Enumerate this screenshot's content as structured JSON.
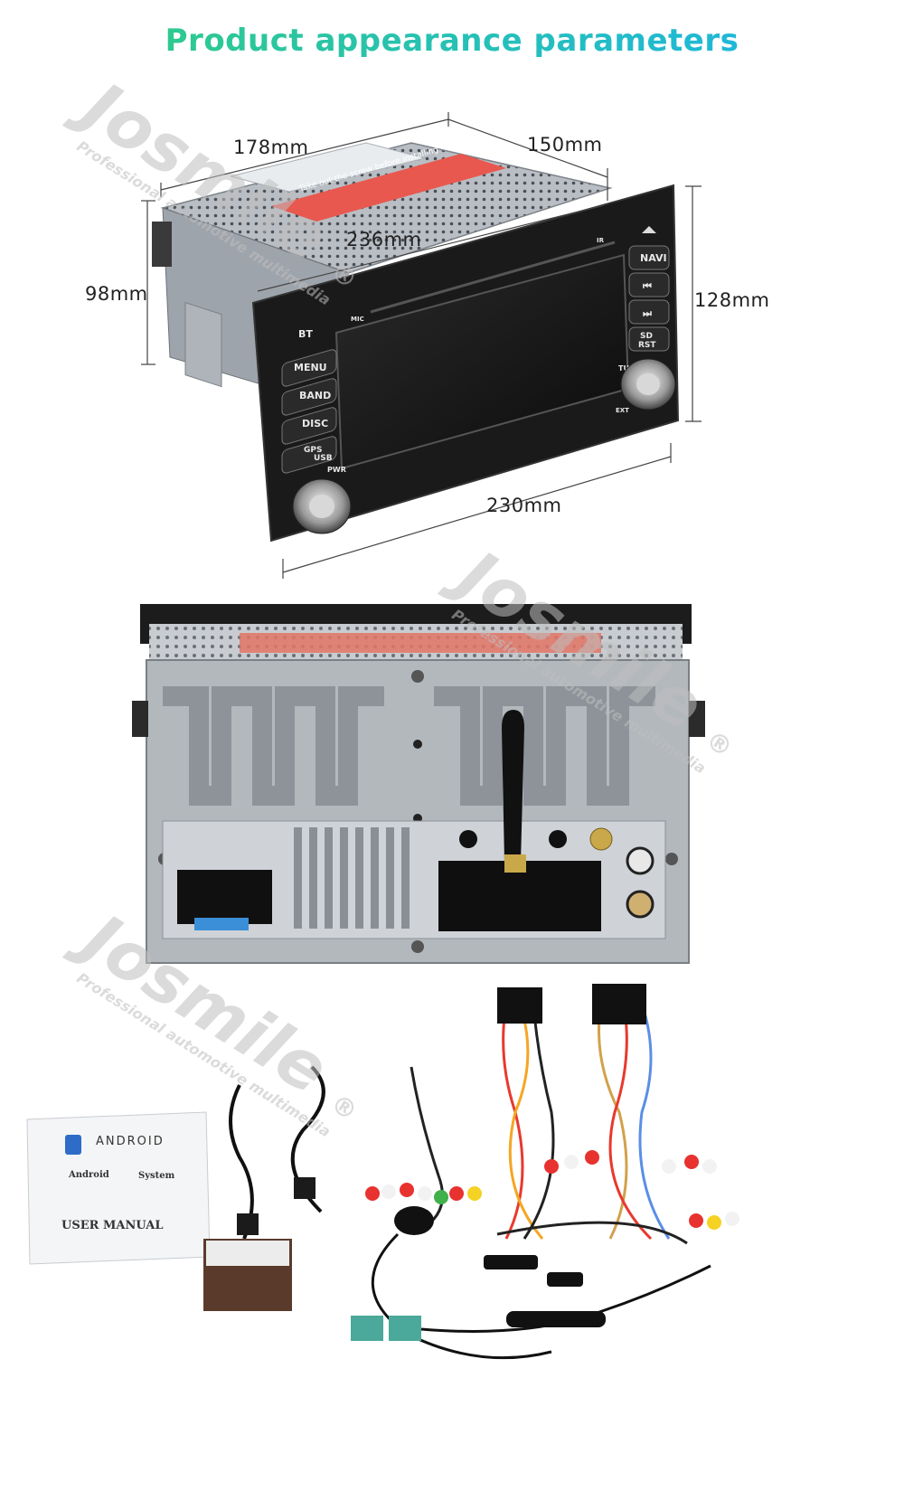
{
  "colors": {
    "title_gradient_start": "#2ec990",
    "title_gradient_end": "#1fb8d8",
    "watermark": "#bdbdbd"
  },
  "header": {
    "title": "Product appearance parameters"
  },
  "dimensions": {
    "top_depth": "178mm",
    "top_length": "150mm",
    "height_body": "98mm",
    "height_front": "128mm",
    "inner_width": "236mm",
    "front_width": "230mm"
  },
  "watermark": {
    "brand": "Josmile",
    "registered": "®",
    "tagline": "Professional automotive multimedia"
  },
  "front_panel": {
    "left_buttons": [
      "BT",
      "MENU",
      "BAND",
      "DISC",
      "GPS",
      "USB",
      "PWR"
    ],
    "right_buttons": [
      "NAVI",
      "⏮",
      "⏭",
      "SD",
      "RST",
      "TUN",
      "EXT"
    ],
    "small_labels": [
      "MIC",
      "IR"
    ],
    "warning_sticker": "Take out the screw before installing"
  },
  "manual": {
    "brand_text": "ANDROID",
    "line1_left": "Android",
    "line1_right": "System",
    "title": "USER MANUAL"
  }
}
